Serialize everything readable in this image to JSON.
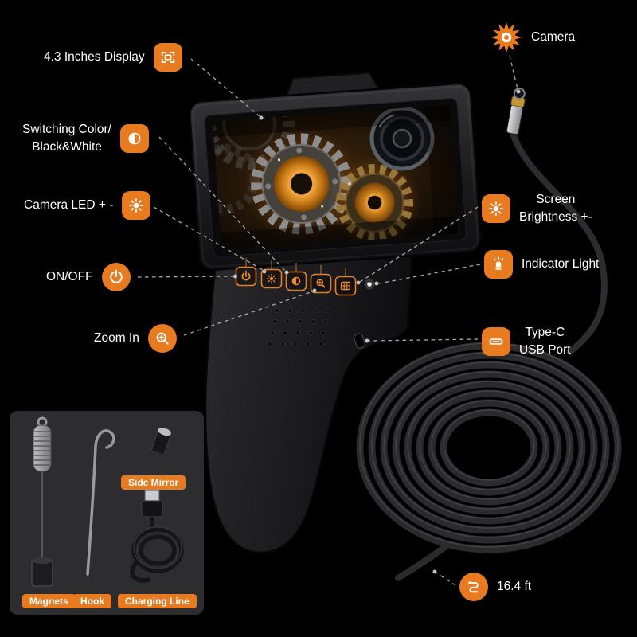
{
  "page": {
    "background": "#000000"
  },
  "colors": {
    "accent_orange": "#e87b20",
    "label_text": "#ffffff",
    "panel_bg": "#2d2d30",
    "dashed_line": "#a8a8a8"
  },
  "annotations": {
    "camera": {
      "label": "Camera",
      "icon": "camera-aperture-icon"
    },
    "display": {
      "label": "4.3 Inches Display",
      "icon": "display-icon"
    },
    "color_switch": {
      "line1": "Switching Color/",
      "line2": "Black&White",
      "icon": "half-circle-icon"
    },
    "camera_led": {
      "label": "Camera LED + -",
      "icon": "sun-icon"
    },
    "screen_brightness": {
      "line1": "Screen",
      "line2": "Brightness +-",
      "icon": "sun-icon"
    },
    "power": {
      "label": "ON/OFF",
      "icon": "power-icon"
    },
    "indicator": {
      "label": "Indicator Light",
      "icon": "indicator-bulb-icon"
    },
    "zoom": {
      "label": "Zoom In",
      "icon": "zoom-plus-icon"
    },
    "usb": {
      "line1": "Type-C",
      "line2": "USB Port",
      "icon": "usb-c-icon"
    },
    "cable_length": {
      "label": "16.4 ft",
      "icon": "cable-icon"
    }
  },
  "accessories": {
    "side_mirror": "Side Mirror",
    "magnets": "Magnets",
    "hook": "Hook",
    "charging_line": "Charging Line"
  }
}
